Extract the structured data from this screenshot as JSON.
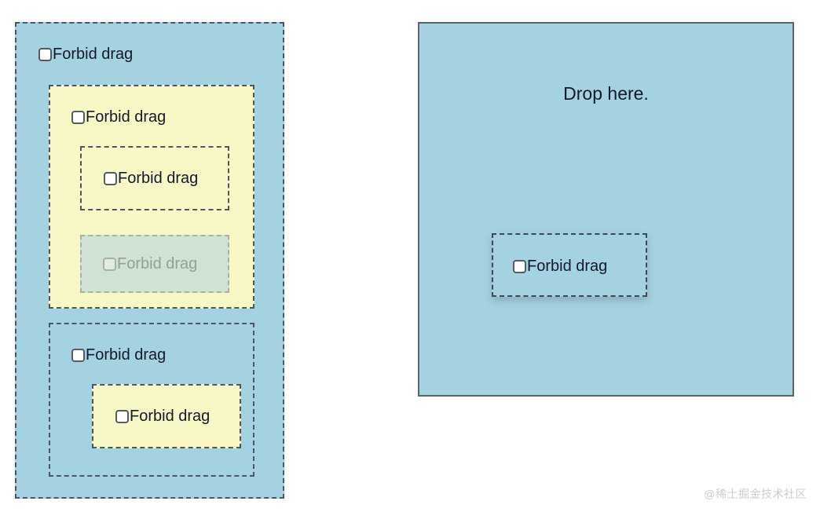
{
  "labels": {
    "forbid_drag": "Forbid drag",
    "drop_here": "Drop here."
  },
  "source_panel": {
    "root_label": "Forbid drag",
    "yellow_group": {
      "label": "Forbid drag",
      "child_box_label": "Forbid drag",
      "placeholder_label": "Forbid drag"
    },
    "blue_subgroup": {
      "label": "Forbid drag",
      "child_box_label": "Forbid drag"
    }
  },
  "drop_panel": {
    "title": "Drop here.",
    "dragged_item_label": "Forbid drag"
  },
  "watermark": {
    "text": "@稀土掘金技术社区"
  },
  "colors": {
    "panel_blue": "#a5d2e0",
    "panel_yellow": "#f8f8c7",
    "placeholder_green": "#cfe2d4",
    "dash_border": "#4e5664",
    "solid_border": "#5b636b",
    "text": "#16182b",
    "watermark": "#c9ccd1"
  }
}
